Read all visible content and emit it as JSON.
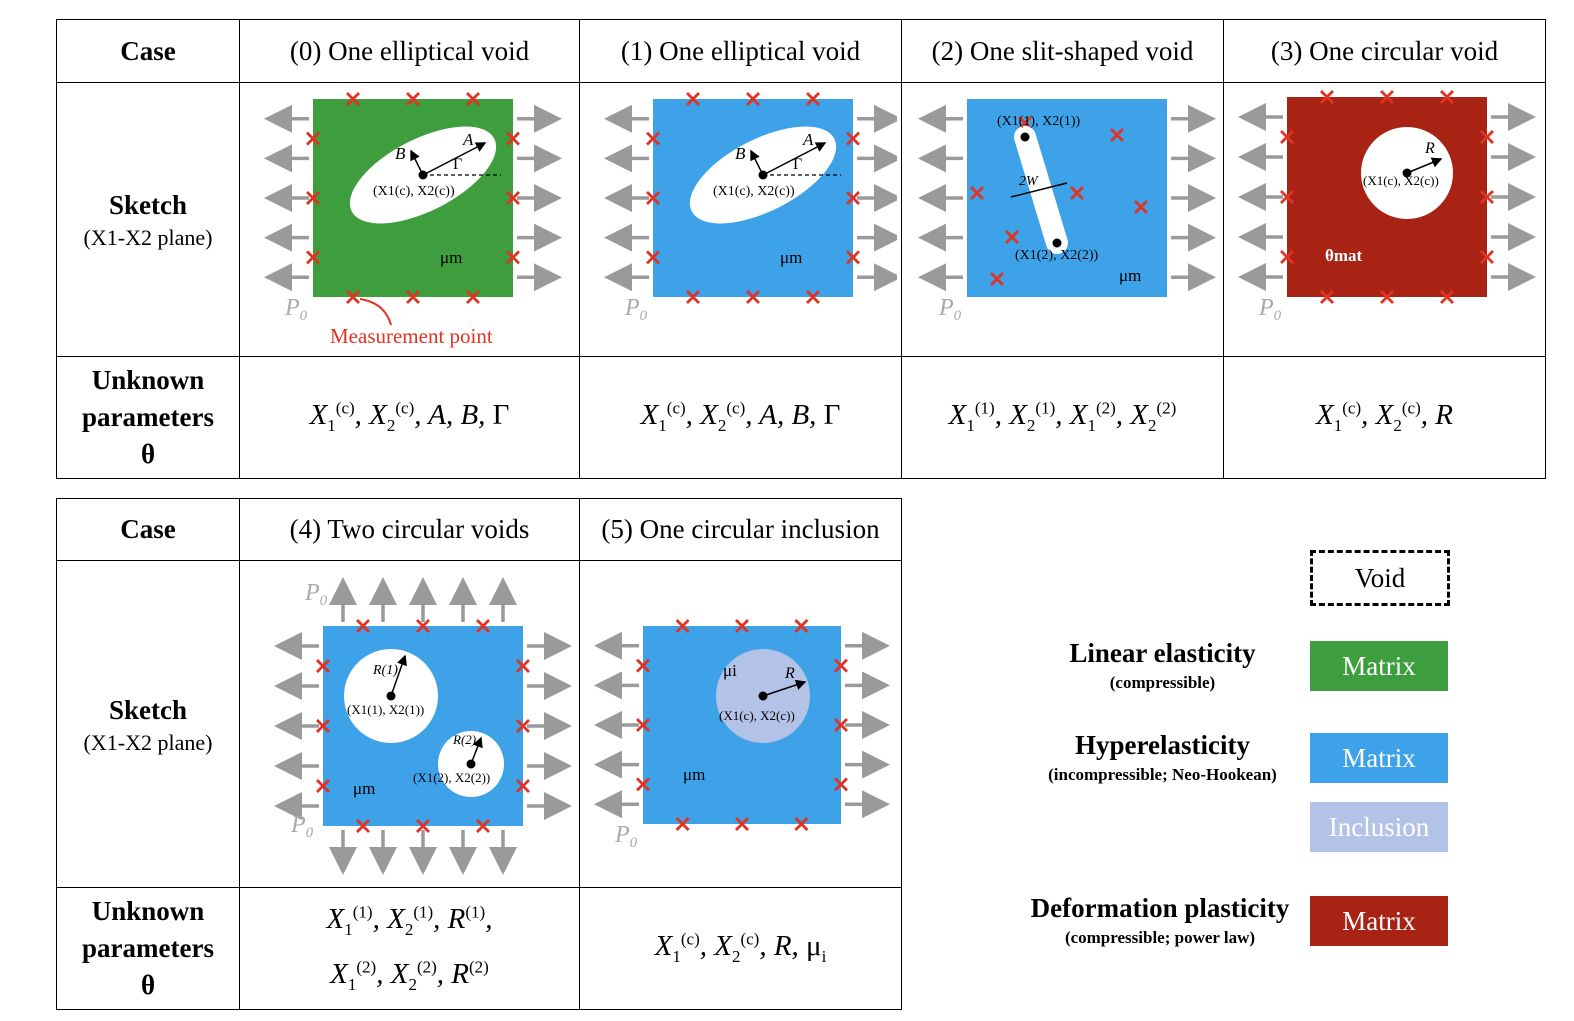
{
  "table_top": {
    "case_header": "Case",
    "columns": [
      {
        "title": "(0) One elliptical void",
        "color": "#3e9e3e"
      },
      {
        "title": "(1) One elliptical void",
        "color": "#3ea2e8"
      },
      {
        "title": "(2) One slit-shaped void",
        "color": "#3ea2e8"
      },
      {
        "title": "(3) One circular void",
        "color": "#a82313"
      }
    ],
    "sketch_label": "Sketch",
    "plane_label": "(X1-X2 plane)",
    "unknown_label_line1": "Unknown",
    "unknown_label_line2": "parameters",
    "unknown_label_line3": "θ",
    "params": [
      "X1(c), X2(c), A, B, Γ",
      "X1(c), X2(c), A, B, Γ",
      "X1(1), X2(1), X1(2), X2(2)",
      "X1(c), X2(c), R"
    ]
  },
  "table_bottom": {
    "case_header": "Case",
    "columns": [
      {
        "title": "(4) Two circular voids",
        "color": "#3ea2e8"
      },
      {
        "title": "(5) One circular inclusion",
        "color": "#3ea2e8"
      }
    ],
    "sketch_label": "Sketch",
    "plane_label": "(X1-X2 plane)",
    "unknown_label_line1": "Unknown",
    "unknown_label_line2": "parameters",
    "unknown_label_line3": "θ",
    "params": [
      "X1(1), X2(1), R(1), X1(2), X2(2), R(2)",
      "X1(c), X2(c), R, μi"
    ]
  },
  "sketch_text": {
    "p0": "P0",
    "mu_m": "μm",
    "mu_i": "μi",
    "theta_mat": "θmat",
    "measurement_point": "Measurement point",
    "A": "A",
    "B": "B",
    "Gamma": "Γ",
    "R": "R",
    "two_w": "2W",
    "center_c": "(X1(c), X2(c))",
    "center_1": "(X1(1), X2(1))",
    "center_2": "(X1(2), X2(2))",
    "R1": "R(1)",
    "R2": "R(2)"
  },
  "legend": {
    "void": "Void",
    "linear_title": "Linear elasticity",
    "linear_sub": "(compressible)",
    "linear_box": "Matrix",
    "hyper_title": "Hyperelasticity",
    "hyper_sub": "(incompressible; Neo-Hookean)",
    "hyper_box": "Matrix",
    "inclusion_box": "Inclusion",
    "plastic_title": "Deformation plasticity",
    "plastic_sub": "(compressible; power law)",
    "plastic_box": "Matrix",
    "colors": {
      "green": "#3e9e3e",
      "blue": "#3ea2e8",
      "lightblue": "#b3c3e8",
      "red": "#a82313",
      "marker": "#e03323",
      "arrow": "#9a9a9a"
    }
  }
}
